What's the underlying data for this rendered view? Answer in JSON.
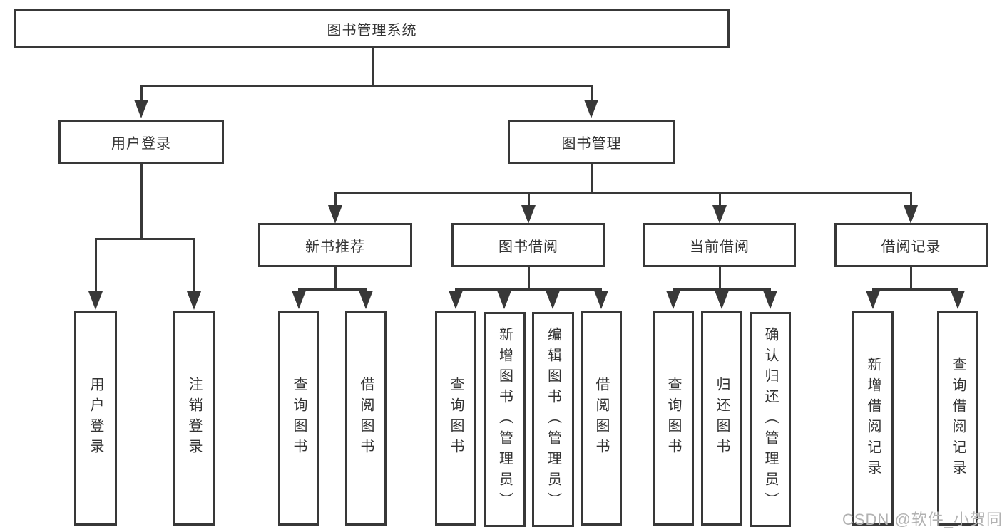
{
  "root": {
    "label": "图书管理系统"
  },
  "user_login": {
    "label": "用户登录",
    "children": [
      {
        "label": "用户登录"
      },
      {
        "label": "注销登录"
      }
    ]
  },
  "book_mgmt": {
    "label": "图书管理",
    "groups": [
      {
        "label": "新书推荐",
        "children": [
          {
            "label": "查询图书"
          },
          {
            "label": "借阅图书"
          }
        ]
      },
      {
        "label": "图书借阅",
        "children": [
          {
            "label": "查询图书"
          },
          {
            "label": "新增图书（管理员）"
          },
          {
            "label": "编辑图书（管理员）"
          },
          {
            "label": "借阅图书"
          }
        ]
      },
      {
        "label": "当前借阅",
        "children": [
          {
            "label": "查询图书"
          },
          {
            "label": "归还图书"
          },
          {
            "label": "确认归还（管理员）"
          }
        ]
      },
      {
        "label": "借阅记录",
        "children": [
          {
            "label": "新增借阅记录"
          },
          {
            "label": "查询借阅记录"
          }
        ]
      }
    ]
  },
  "watermark": "CSDN @软件_小贺同学",
  "colors": {
    "line": "#383838",
    "text": "#333333",
    "watermark": "#b2b2b2",
    "background": "#ffffff"
  }
}
